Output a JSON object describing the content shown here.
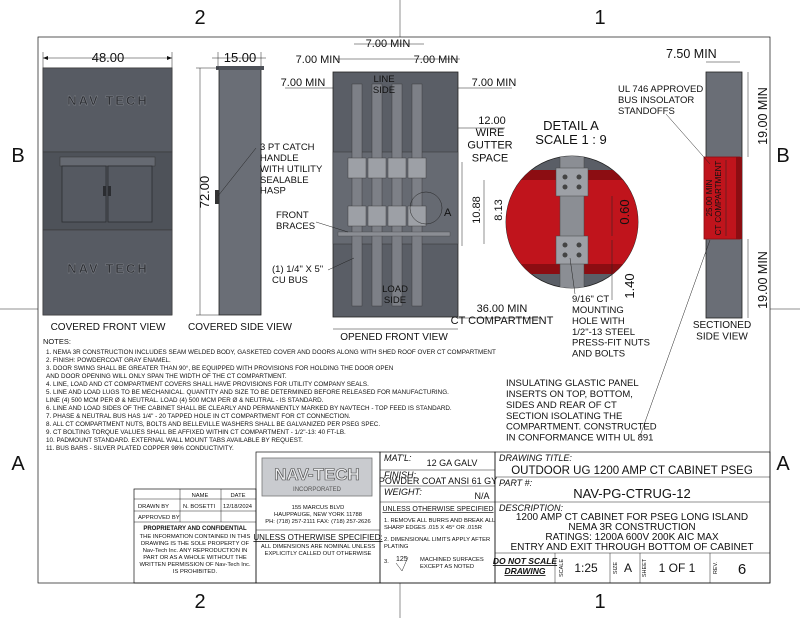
{
  "zones": {
    "top_left": "2",
    "top_right": "1",
    "bottom_left": "2",
    "bottom_right": "1",
    "left_upper": "B",
    "left_lower": "A",
    "right_upper": "B",
    "right_lower": "A"
  },
  "views": {
    "covered_front": {
      "label": "COVERED FRONT VIEW",
      "width_dim": "48.00",
      "brand_top": "NAV TECH",
      "brand_bottom": "NAV TECH"
    },
    "covered_side": {
      "label": "COVERED SIDE VIEW",
      "depth_dim": "15.00",
      "height_dim": "72.00"
    },
    "opened_front": {
      "label": "OPENED FRONT VIEW",
      "dims": [
        "7.00 MIN",
        "7.00 MIN",
        "7.00 MIN",
        "7.00 MIN",
        "10.88",
        "8.13",
        "36.00 MIN"
      ],
      "line_side": "LINE\nSIDE",
      "load_side": "LOAD\nSIDE",
      "wire_gutter_dim": "12.00",
      "wire_gutter": "WIRE\nGUTTER\nSPACE",
      "ct_compartment": "CT COMPARTMENT",
      "callout_letter": "A",
      "catch_handle": "3 PT CATCH\nHANDLE\nWITH UTILITY\nSEALABLE\nHASP",
      "front_braces": "FRONT\nBRACES",
      "cu_bus": "(1) 1/4\" X 5\"\nCU BUS"
    },
    "detail_a": {
      "title": "DETAIL A",
      "scale": "SCALE 1 : 9",
      "dim_060": "0.60",
      "dim_140": "1.40",
      "mounting_hole": "9/16\" CT\nMOUNTING\nHOLE WITH\n1/2\"-13 STEEL\nPRESS-FIT NUTS\nAND BOLTS"
    },
    "sectioned_side": {
      "label": "SECTIONED\nSIDE VIEW",
      "top_dim": "7.50 MIN",
      "dim_19_top": "19.00 MIN",
      "dim_25": "25.00 MIN\nCT COMPARTMENT",
      "dim_19_bottom": "19.00 MIN",
      "insulator": "UL 746 APPROVED\nBUS INSOLATOR\nSTANDOFFS"
    }
  },
  "insulating_note": "INSULATING GLASTIC PANEL\nINSERTS ON TOP, BOTTOM,\nSIDES AND REAR OF CT\nSECTION ISOLATING THE\nCOMPARTMENT. CONSTRUCTED\nIN CONFORMANCE WITH UL 891",
  "notes": {
    "title": "NOTES:",
    "items": [
      "1. NEMA 3R CONSTRUCTION INCLUDES SEAM WELDED BODY, GASKETED COVER AND DOORS ALONG WITH SHED ROOF OVER CT COMPARTMENT",
      "2. FINISH: POWDERCOAT GRAY ENAMEL.",
      "3. DOOR SWING SHALL BE GREATER THAN 90°, BE EQUIPPED WITH PROVISIONS FOR HOLDING THE DOOR OPEN",
      "    AND DOOR OPENING WILL ONLY SPAN THE WIDTH OF THE CT COMPARTMENT.",
      "4. LINE, LOAD AND CT COMPARTMENT COVERS SHALL HAVE PROVISIONS FOR UTILITY COMPANY SEALS.",
      "5. LINE AND LOAD LUGS TO BE MECHANICAL. QUANTITY AND SIZE TO BE DETERMINED BEFORE RELEASED FOR MANUFACTURING.",
      "    LINE (4) 500 MCM PER Ø & NEUTRAL. LOAD (4) 500 MCM PER Ø & NEUTRAL - IS STANDARD.",
      "6. LINE AND LOAD SIDES OF THE CABINET SHALL BE CLEARLY AND PERMANENTLY MARKED BY NAVTECH - TOP FEED IS STANDARD.",
      "7. PHASE & NEUTRAL BUS HAS 1/4\" - 20 TAPPED HOLE IN CT COMPARTMENT FOR CT CONNECTION.",
      "8. ALL CT COMPARTMENT NUTS, BOLTS AND BELLEVILLE WASHERS SHALL BE GALVANIZED PER PSEG SPEC.",
      "9. CT BOLTING TORQUE VALUES SHALL BE AFFIXED WITHIN CT COMPARTMENT - 1/2\"-13: 40 FT-LB.",
      "10. PADMOUNT STANDARD. EXTERNAL WALL MOUNT TABS AVAILABLE BY REQUEST.",
      "11. BUS BARS - SILVER PLATED COPPER 98% CONDUCTIVITY."
    ]
  },
  "title_block": {
    "approval": {
      "name_hdr": "NAME",
      "date_hdr": "DATE",
      "drawn_by": "DRAWN BY",
      "drawn_name": "N. BOSETTI",
      "drawn_date": "12/18/2024",
      "approved_by": "APPROVED BY"
    },
    "proprietary_title": "PROPRIETARY AND CONFIDENTIAL",
    "proprietary_text": [
      "THE INFORMATION CONTAINED IN THIS",
      "DRAWING IS THE SOLE PROPERTY OF",
      "Nav-Tech Inc. ANY REPRODUCTION IN",
      "PART OR AS A WHOLE WITHOUT THE",
      "WRITTEN PERMISSION OF Nav-Tech Inc.",
      "IS PROHIBITED."
    ],
    "company": {
      "logo": "NAV-TECH",
      "logo_sub": "INCORPORATED",
      "address1": "155 MARCUS BLVD",
      "address2": "HAUPPAUGE, NEW YORK 11788",
      "phone": "PH: (718) 257-2111   FAX: (718) 257-2626"
    },
    "unless_title": "UNLESS OTHERWISE SPECIFIED:",
    "unless_text": [
      "ALL DIMENSIONS ARE NOMINAL UNLESS",
      "EXPLICITLY CALLED OUT OTHERWISE"
    ],
    "matl_label": "MAT'L:",
    "matl": "12 GA GALV",
    "finish_label": "FINISH:",
    "finish": "POWDER COAT ANSI 61 GY",
    "weight_label": "WEIGHT:",
    "weight": "N/A",
    "unless2_title": "UNLESS OTHERWISE SPECIFIED",
    "spec1": [
      "1. REMOVE ALL BURRS AND BREAK ALL",
      "SHARP EDGES  .015 X 45° OR .015R"
    ],
    "spec2": [
      "2. DIMENSIONAL LIMITS APPLY AFTER",
      "PLATING"
    ],
    "spec3_num": "3.",
    "spec3_val": "125",
    "spec3": [
      "MACHINED SURFACES",
      "EXCEPT AS NOTED"
    ],
    "drawing_title_label": "DRAWING TITLE:",
    "drawing_title": "OUTDOOR UG 1200 AMP CT CABINET PSEG",
    "part_label": "PART #:",
    "part": "NAV-PG-CTRUG-12",
    "desc_label": "DESCRIPTION:",
    "desc": [
      "1200 AMP CT CABINET FOR PSEG LONG ISLAND",
      "NEMA 3R CONSTRUCTION",
      "RATINGS: 1200A 600V 200K AIC MAX",
      "ENTRY AND EXIT THROUGH BOTTOM OF CABINET"
    ],
    "dns": [
      "DO NOT SCALE",
      "DRAWING"
    ],
    "scale_label": "SCALE",
    "scale": "1:25",
    "size_label": "SIZE",
    "size": "A",
    "sheet_label": "SHEET",
    "sheet": "1 OF 1",
    "rev_label": "REV.",
    "rev": "6"
  },
  "colors": {
    "cabinet": "#5a5e66",
    "cabinet_dark": "#42454b",
    "ct_red": "#c0141c",
    "ct_dark": "#8c0d12",
    "bus": "#8b8e94"
  }
}
